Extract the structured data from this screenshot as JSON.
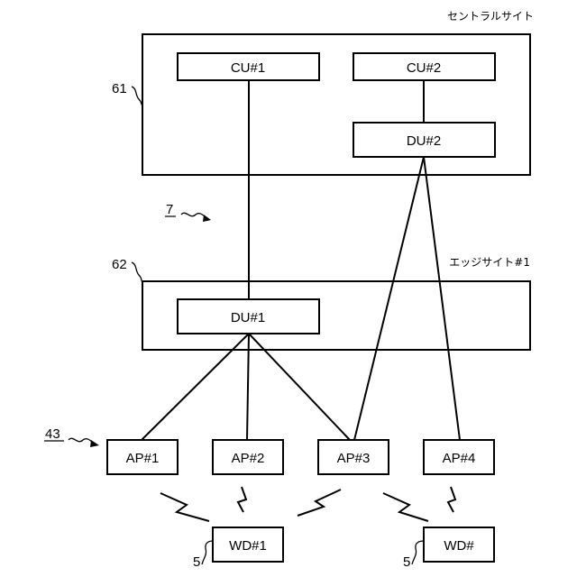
{
  "sites": {
    "central": "セントラルサイト",
    "edge": "エッジサイト#1"
  },
  "nodes": {
    "cu1": "CU#1",
    "cu2": "CU#2",
    "du2": "DU#2",
    "du1": "DU#1",
    "ap1": "AP#1",
    "ap2": "AP#2",
    "ap3": "AP#3",
    "ap4": "AP#4",
    "wd1": "WD#1",
    "wd2": "WD#"
  },
  "refs": {
    "central_site": "61",
    "edge_site": "62",
    "network": "7",
    "ap_group": "43",
    "wd1": "5",
    "wd2": "5"
  },
  "links": [
    [
      "CU#1",
      "DU#1"
    ],
    [
      "CU#2",
      "DU#2"
    ],
    [
      "DU#2",
      "AP#3"
    ],
    [
      "DU#2",
      "AP#4"
    ],
    [
      "DU#1",
      "AP#1"
    ],
    [
      "DU#1",
      "AP#2"
    ],
    [
      "DU#1",
      "AP#3"
    ]
  ],
  "wireless_links": [
    [
      "AP#1",
      "WD#1"
    ],
    [
      "AP#2",
      "WD#1"
    ],
    [
      "AP#3",
      "WD#1"
    ],
    [
      "AP#3",
      "WD#"
    ],
    [
      "AP#4",
      "WD#"
    ]
  ]
}
